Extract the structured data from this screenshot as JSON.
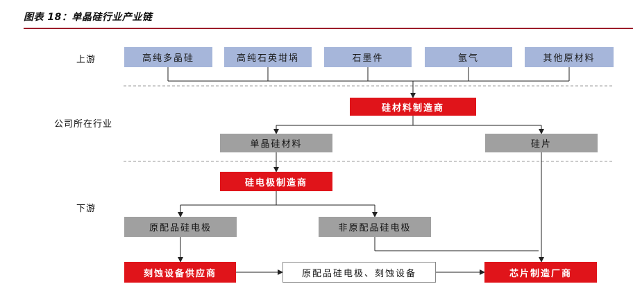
{
  "figure_title": "图表 18：单晶硅行业产业链",
  "stages": {
    "upstream": "上游",
    "company": "公司所在行业",
    "downstream": "下游"
  },
  "upstream_items": [
    "高纯多晶硅",
    "高纯石英坩埚",
    "石墨件",
    "氩气",
    "其他原材料"
  ],
  "silicon_maker": "硅材料制造商",
  "mono_material": "单晶硅材料",
  "wafer": "硅片",
  "electrode_maker": "硅电极制造商",
  "oem_electrode": "原配品硅电极",
  "non_oem_electrode": "非原配品硅电极",
  "etch_supplier": "刻蚀设备供应商",
  "oem_electrode_etch": "原配品硅电极、刻蚀设备",
  "chip_maker": "芯片制造厂商",
  "colors": {
    "upstream_box": "#a6b6da",
    "highlight_red": "#e0141a",
    "neutral_gray": "#a0a0a0",
    "title_rule": "#9c1d2a"
  }
}
